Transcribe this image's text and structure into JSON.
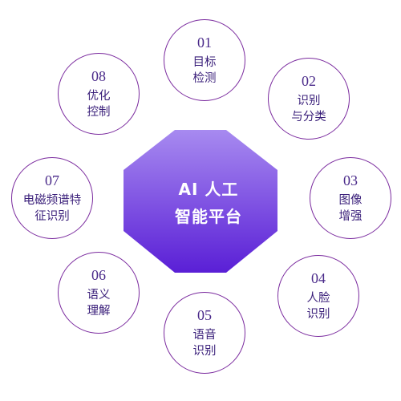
{
  "hub": {
    "line1": "AI 人工",
    "line2": "智能平台",
    "color_top": "#a78af0",
    "color_bottom": "#5a1fd6"
  },
  "accent_color": "#7a2a9e",
  "nodes": [
    {
      "number": "01",
      "line1": "目标",
      "line2": "检测"
    },
    {
      "number": "02",
      "line1": "识别",
      "line2": "与分类"
    },
    {
      "number": "03",
      "line1": "图像",
      "line2": "增强"
    },
    {
      "number": "04",
      "line1": "人脸",
      "line2": "识别"
    },
    {
      "number": "05",
      "line1": "语音",
      "line2": "识别"
    },
    {
      "number": "06",
      "line1": "语义",
      "line2": "理解"
    },
    {
      "number": "07",
      "line1": "电磁频谱特",
      "line2": "征识别"
    },
    {
      "number": "08",
      "line1": "优化",
      "line2": "控制"
    }
  ]
}
